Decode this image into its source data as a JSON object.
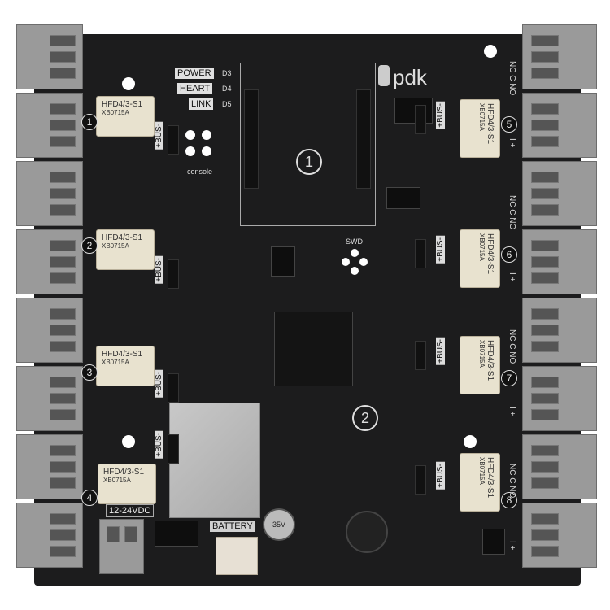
{
  "board": {
    "logo": "pdk",
    "leds": [
      {
        "label": "POWER",
        "ref": "D3"
      },
      {
        "label": "HEART",
        "ref": "D4"
      },
      {
        "label": "LINK",
        "ref": "D5"
      }
    ],
    "console_label": "console",
    "swd_label": "SWD",
    "slot_markers": [
      "1",
      "2"
    ],
    "relay_model": "HFD4/3-S1",
    "relay_code": "XB0715A",
    "relay_numbers": [
      "1",
      "2",
      "3",
      "4",
      "5",
      "6",
      "7",
      "8"
    ],
    "bus_label": "+BUS-",
    "contact_label": "NC C NO",
    "input_label": "I +",
    "power_label": "12-24VDC",
    "battery_label": "BATTERY",
    "capacitor_label": "35V"
  },
  "colors": {
    "pcb": "#1c1c1d",
    "terminal": "#9a9a9a",
    "relay": "#e8e2cf"
  }
}
